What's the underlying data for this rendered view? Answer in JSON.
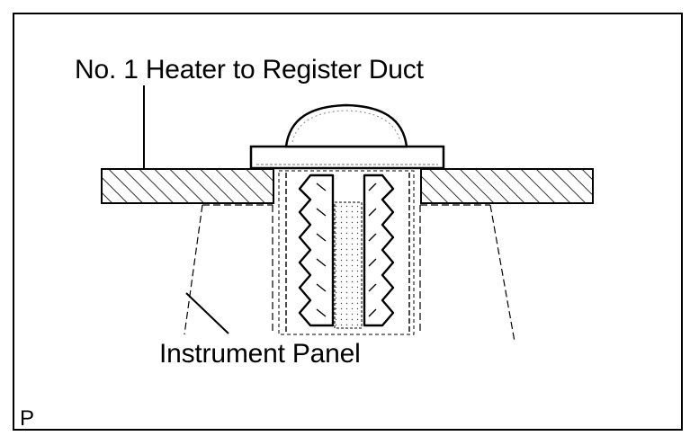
{
  "diagram": {
    "labels": {
      "duct": "No. 1 Heater to Register Duct",
      "panel": "Instrument Panel",
      "code": "P"
    }
  }
}
